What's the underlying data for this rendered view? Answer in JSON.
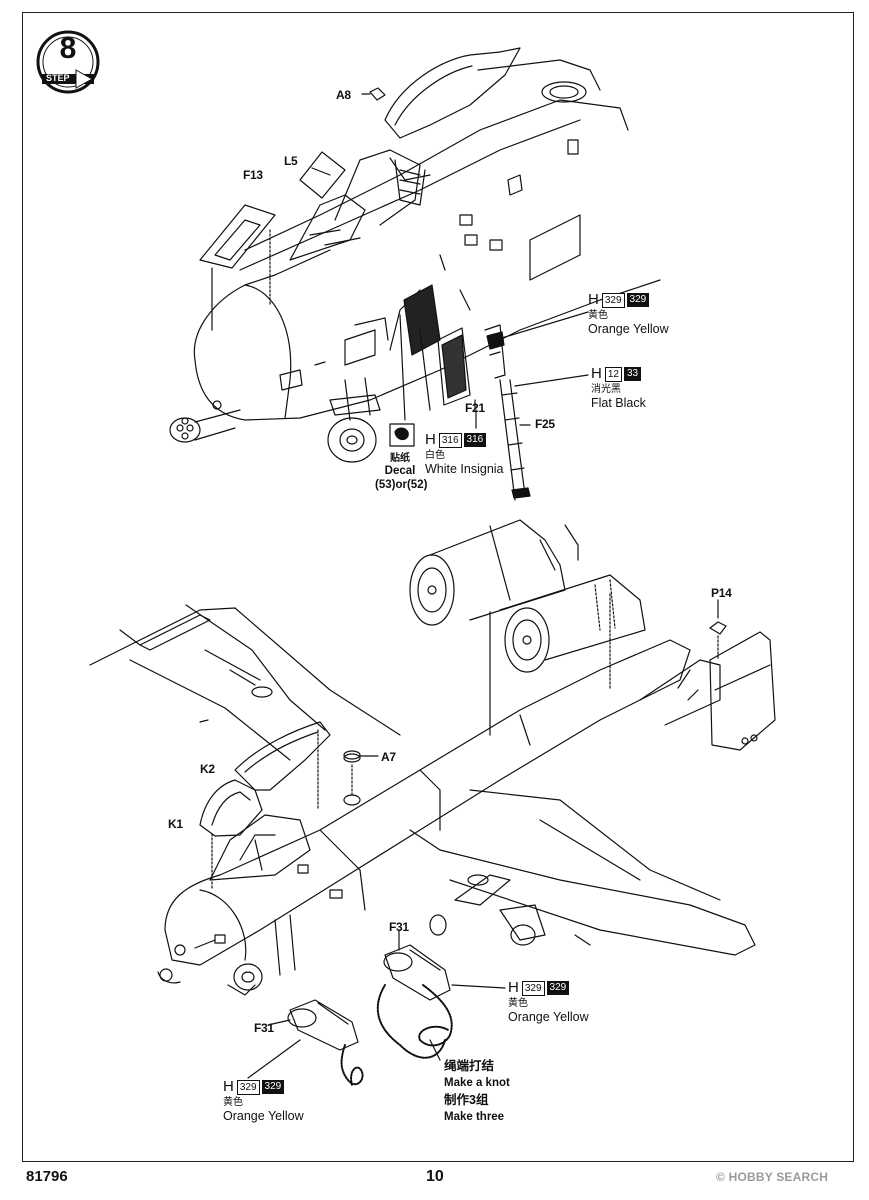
{
  "step": {
    "number": "8",
    "label": "STEP"
  },
  "upper": {
    "parts": [
      "A8",
      "L5",
      "F13",
      "F21",
      "F25"
    ],
    "paints": [
      {
        "h": "H",
        "code1": "329",
        "code2": "329",
        "cn": "黄色",
        "en": "Orange Yellow"
      },
      {
        "h": "H",
        "code1": "12",
        "code2": "33",
        "cn": "消光黑",
        "en": "Flat Black"
      },
      {
        "h": "H",
        "code1": "316",
        "code2": "316",
        "cn": "白色",
        "en": "White Insignia"
      }
    ],
    "decal": {
      "cn": "贴纸",
      "en": "Decal",
      "ref": "(53)or(52)"
    }
  },
  "lower": {
    "parts": [
      "P14",
      "A7",
      "K2",
      "K1",
      "F31",
      "F31"
    ],
    "paints": [
      {
        "h": "H",
        "code1": "329",
        "code2": "329",
        "cn": "黄色",
        "en": "Orange Yellow"
      },
      {
        "h": "H",
        "code1": "329",
        "code2": "329",
        "cn": "黄色",
        "en": "Orange Yellow"
      }
    ],
    "knot": {
      "cn1": "绳端打结",
      "en1": "Make a knot",
      "cn2": "制作3组",
      "en2": "Make three"
    }
  },
  "footer": {
    "code": "81796",
    "page": "10",
    "watermark": "© HOBBY SEARCH"
  }
}
